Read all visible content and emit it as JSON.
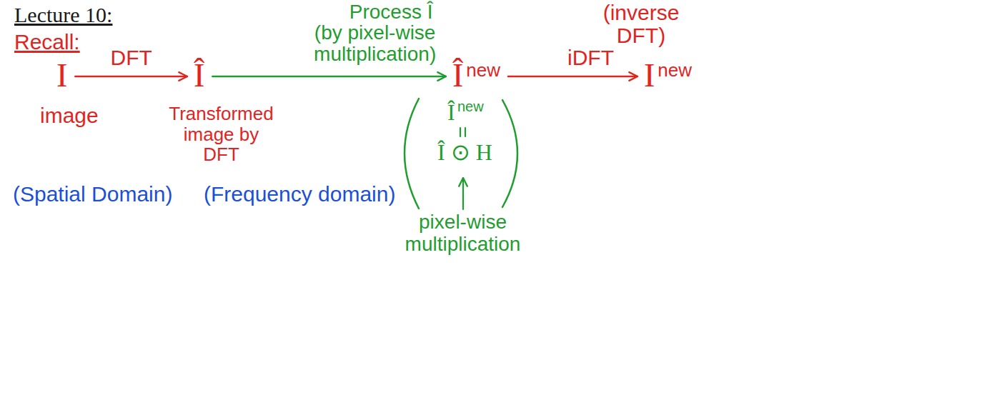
{
  "diagram": {
    "title": "Lecture 10:",
    "nodes": [
      {
        "text": [
          "I"
        ]
      },
      {
        "text": [
          "Î"
        ]
      },
      {
        "text": [
          "Î",
          "new"
        ]
      },
      {
        "text": [
          "I",
          "new"
        ]
      }
    ],
    "edges": [
      {
        "from": 0,
        "to": 1,
        "arrow": "to",
        "label": "DFT"
      },
      {
        "from": 1,
        "to": 2,
        "arrow": "to",
        "label": "Process Î (by pixel-wise multiplication)"
      },
      {
        "from": 2,
        "to": 3,
        "arrow": "to",
        "label": "iDFT"
      }
    ],
    "labels": [
      "Recall:",
      "image",
      "Transformed image by DFT",
      "(Spatial Domain)",
      "(Frequency domain)",
      "(inverse DFT)",
      "Î",
      "new",
      "Î ⊙ H",
      "pixel-wise multiplication"
    ]
  }
}
